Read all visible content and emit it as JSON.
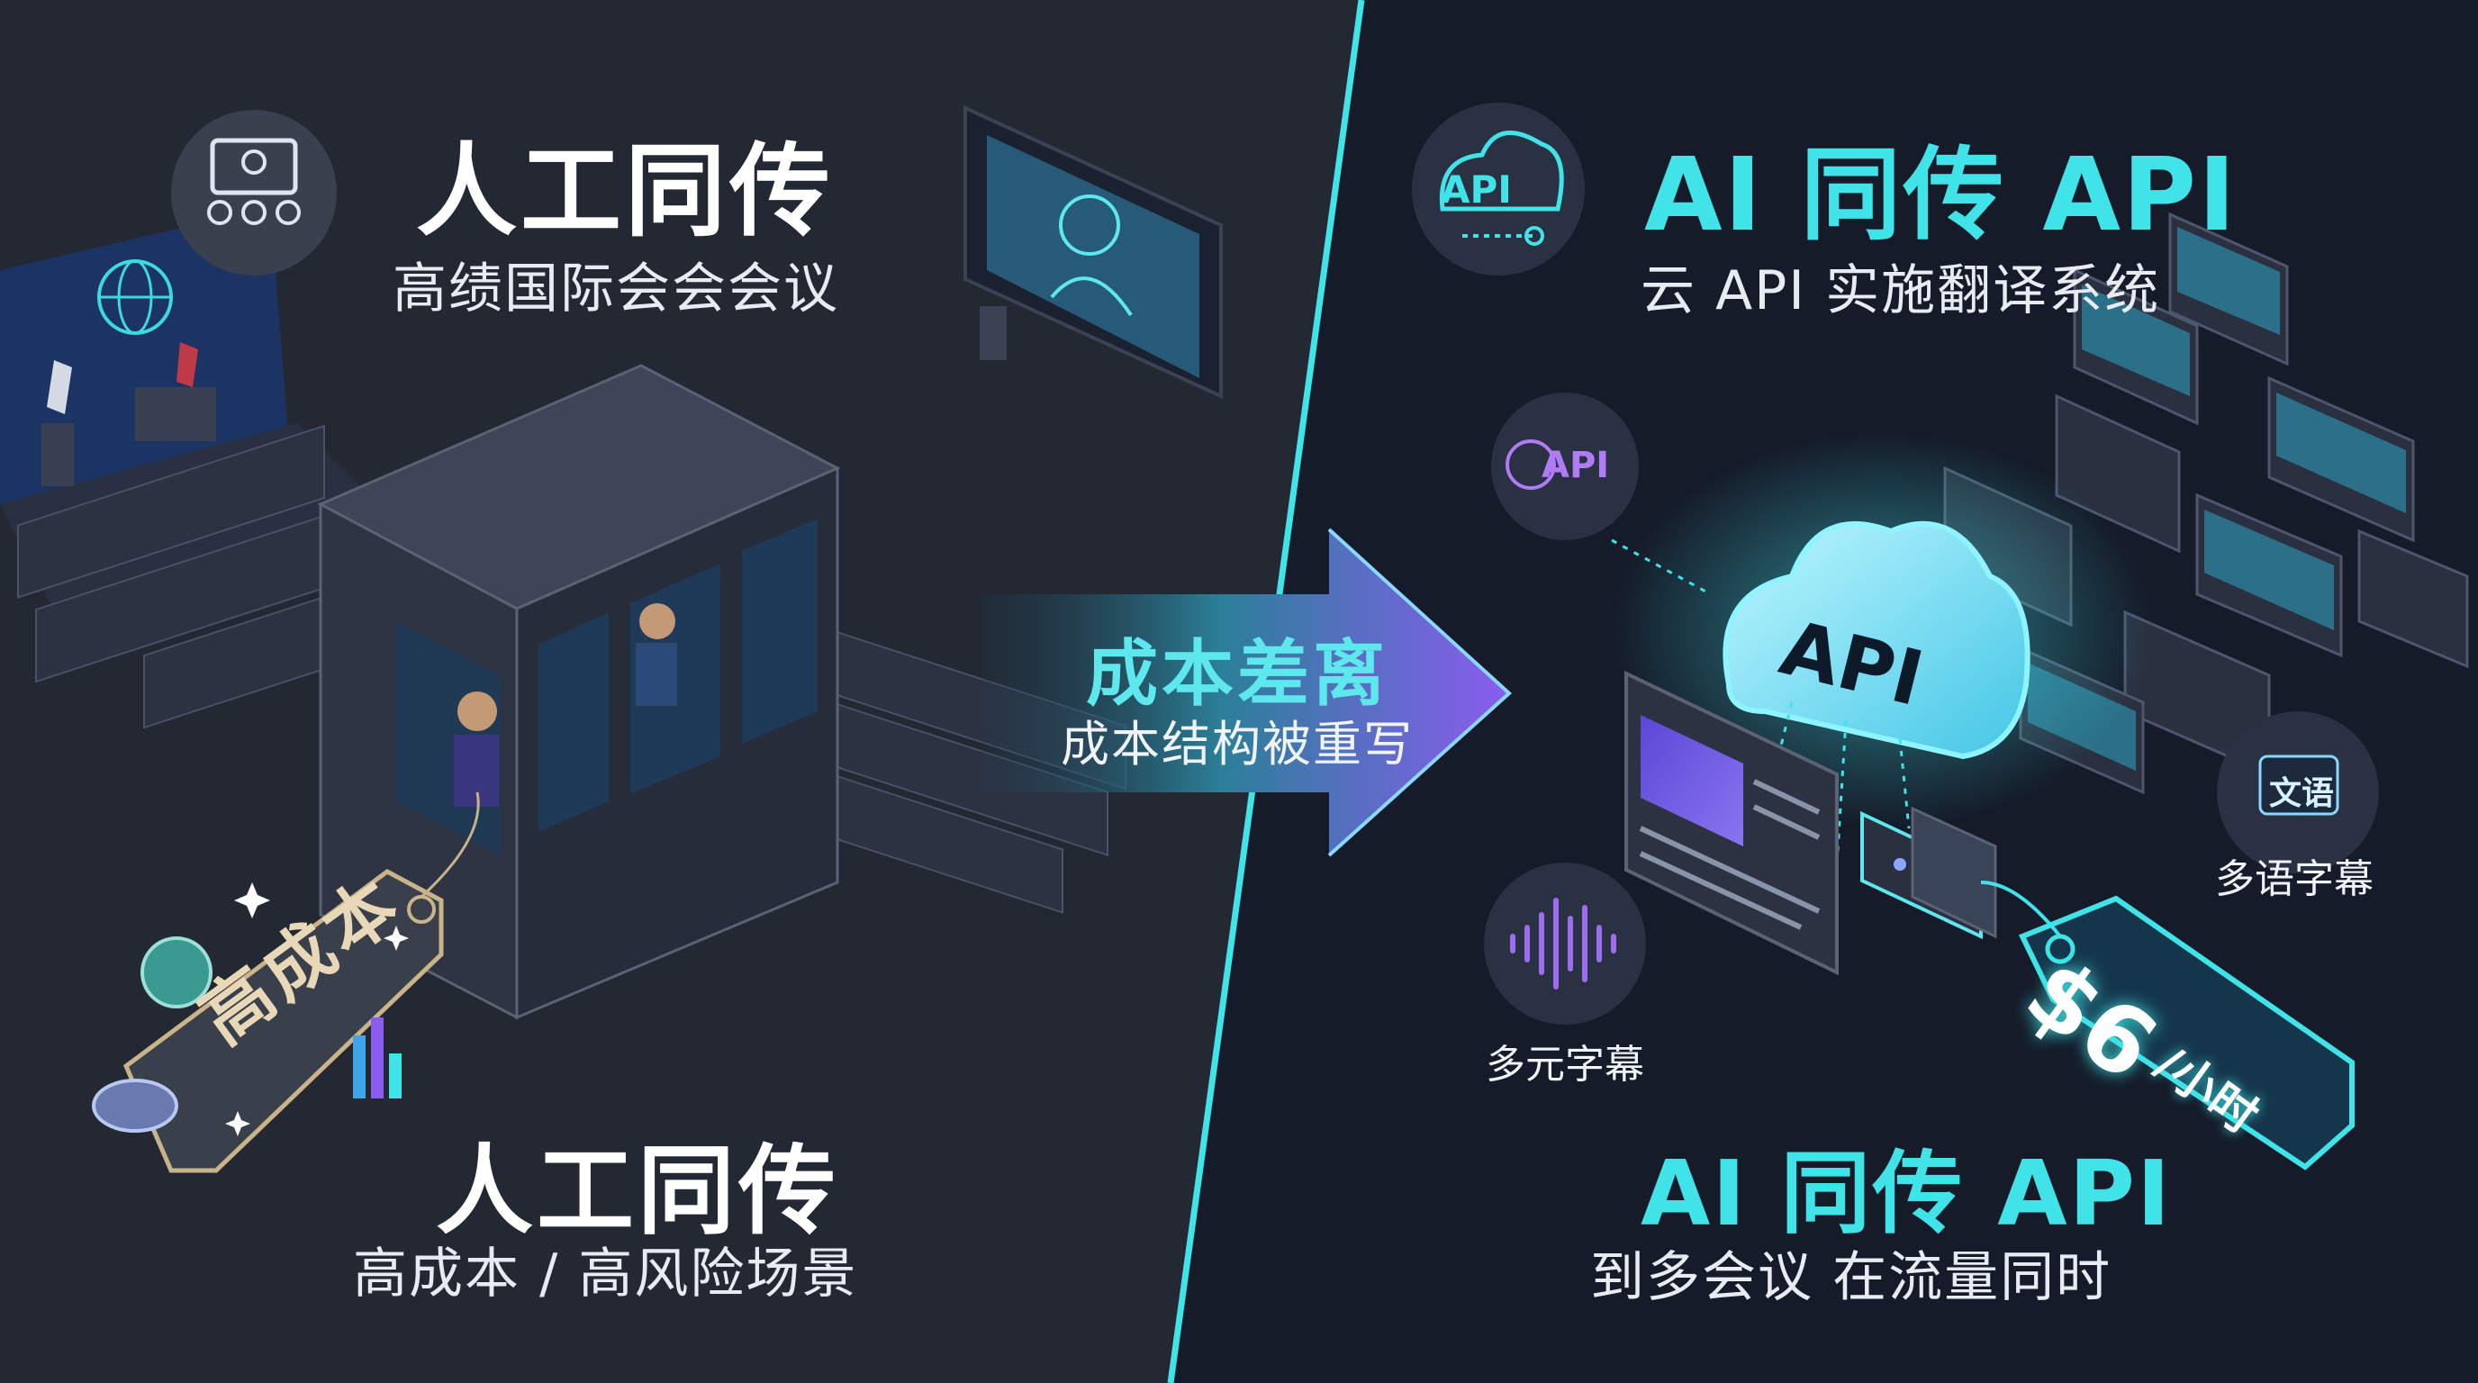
{
  "left": {
    "top_title": "人工同传",
    "top_subtitle": "高绩国际会会会议",
    "bottom_title": "人工同传",
    "bottom_subtitle": "高成本 / 高风险场景",
    "price_tag_text": "高成本"
  },
  "arrow": {
    "title": "成本差离",
    "subtitle": "成本结构被重写"
  },
  "right": {
    "top_title": "AI 同传 API",
    "top_subtitle": "云 API 实施翻译系统",
    "bottom_title": "AI 同传 API",
    "bottom_subtitle": "到多会议  在流量同时",
    "cloud_label": "API",
    "circle_api_top": "API",
    "circle_api_globe": "API",
    "audio_label": "多元字幕",
    "lang_badge": "文语",
    "lang_label": "多语字幕",
    "price_value": "$6",
    "price_unit": "/小时"
  },
  "colors": {
    "background_left": "#252a36",
    "background_right": "#161c2a",
    "accent_cyan": "#3fe3e8",
    "accent_purple": "#8a5cf0",
    "tag_gold": "#c9b48a"
  }
}
